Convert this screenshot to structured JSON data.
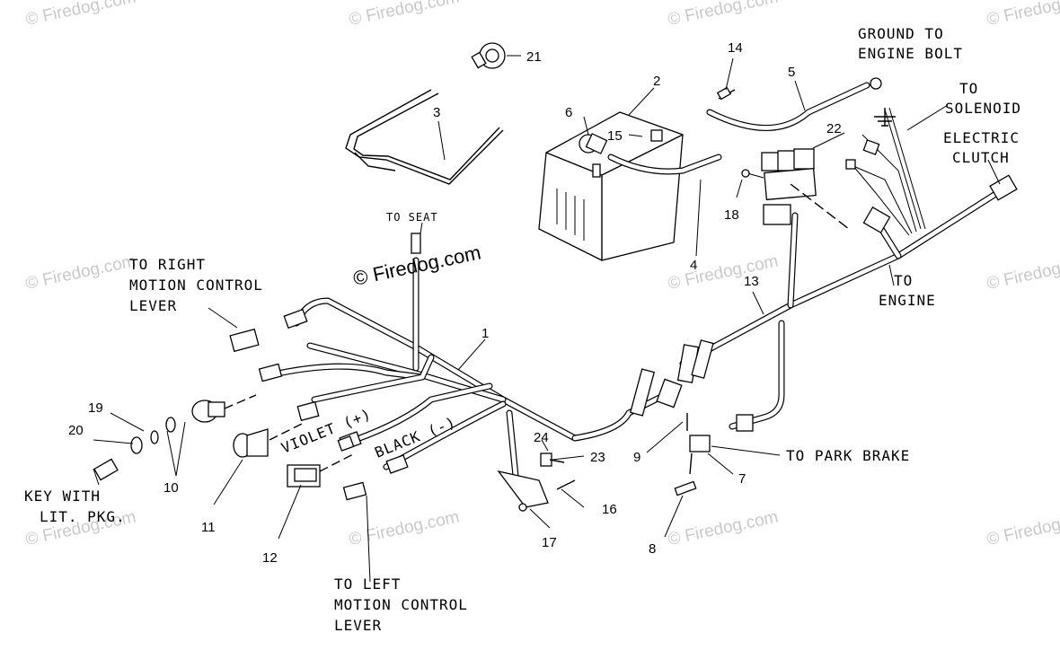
{
  "callouts": {
    "ground_to_engine_bolt": [
      "GROUND TO",
      "ENGINE BOLT"
    ],
    "to_solenoid": [
      "TO",
      "SOLENOID"
    ],
    "electric_clutch": [
      "ELECTRIC",
      "CLUTCH"
    ],
    "to_seat": "TO SEAT",
    "to_right_motion_control_lever": [
      "TO RIGHT",
      "MOTION CONTROL",
      "LEVER"
    ],
    "to_engine": [
      "TO",
      "ENGINE"
    ],
    "violet": "VIOLET (+)",
    "black": "BLACK (-)",
    "to_park_brake": "TO PARK BRAKE",
    "key_with_lit_pkg": [
      "KEY WITH",
      "LIT. PKG."
    ],
    "to_left_motion_control_lever": [
      "TO LEFT",
      "MOTION CONTROL",
      "LEVER"
    ]
  },
  "part_numbers": [
    "1",
    "2",
    "3",
    "4",
    "5",
    "6",
    "7",
    "8",
    "9",
    "10",
    "11",
    "12",
    "13",
    "14",
    "15",
    "16",
    "17",
    "18",
    "19",
    "20",
    "21",
    "22",
    "23",
    "24"
  ],
  "copyright": "© Firedog.com",
  "watermark": "© Firedog.com"
}
